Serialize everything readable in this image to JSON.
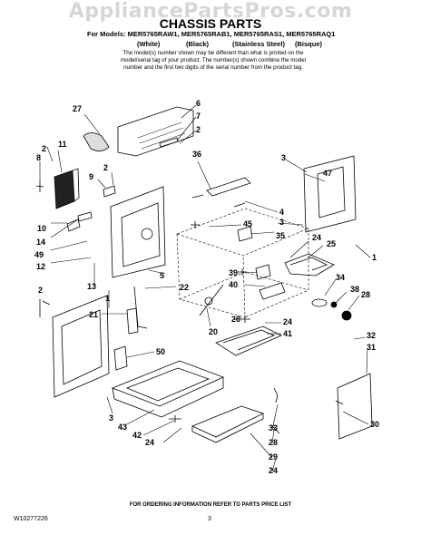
{
  "watermark": "AppliancePartsPros.com",
  "title": "CHASSIS PARTS",
  "models_line": "For Models: MER5765RAW1, MER5765RAB1, MER5765RAS1, MER5765RAQ1",
  "colors": [
    "(White)",
    "(Black)",
    "(Stainless Steel)",
    "(Bisque)"
  ],
  "note_lines": [
    "The model(s) number shown may be different than what is printed on the",
    "model/serial tag of your product. The number(s) shown combine the model",
    "number and the first two digits of the serial number from the product tag."
  ],
  "callouts": [
    "27",
    "6",
    "7",
    "2",
    "11",
    "2",
    "8",
    "2",
    "9",
    "36",
    "47",
    "3",
    "10",
    "14",
    "49",
    "12",
    "4",
    "3",
    "45",
    "35",
    "24",
    "25",
    "1",
    "13",
    "2",
    "1",
    "21",
    "5",
    "22",
    "39",
    "40",
    "34",
    "38",
    "28",
    "20",
    "26",
    "24",
    "41",
    "50",
    "32",
    "31",
    "3",
    "43",
    "42",
    "24",
    "33",
    "28",
    "29",
    "24",
    "30"
  ],
  "footer": "FOR ORDERING INFORMATION REFER TO PARTS PRICE LIST",
  "doc_number": "W10277226",
  "page_number": "3"
}
